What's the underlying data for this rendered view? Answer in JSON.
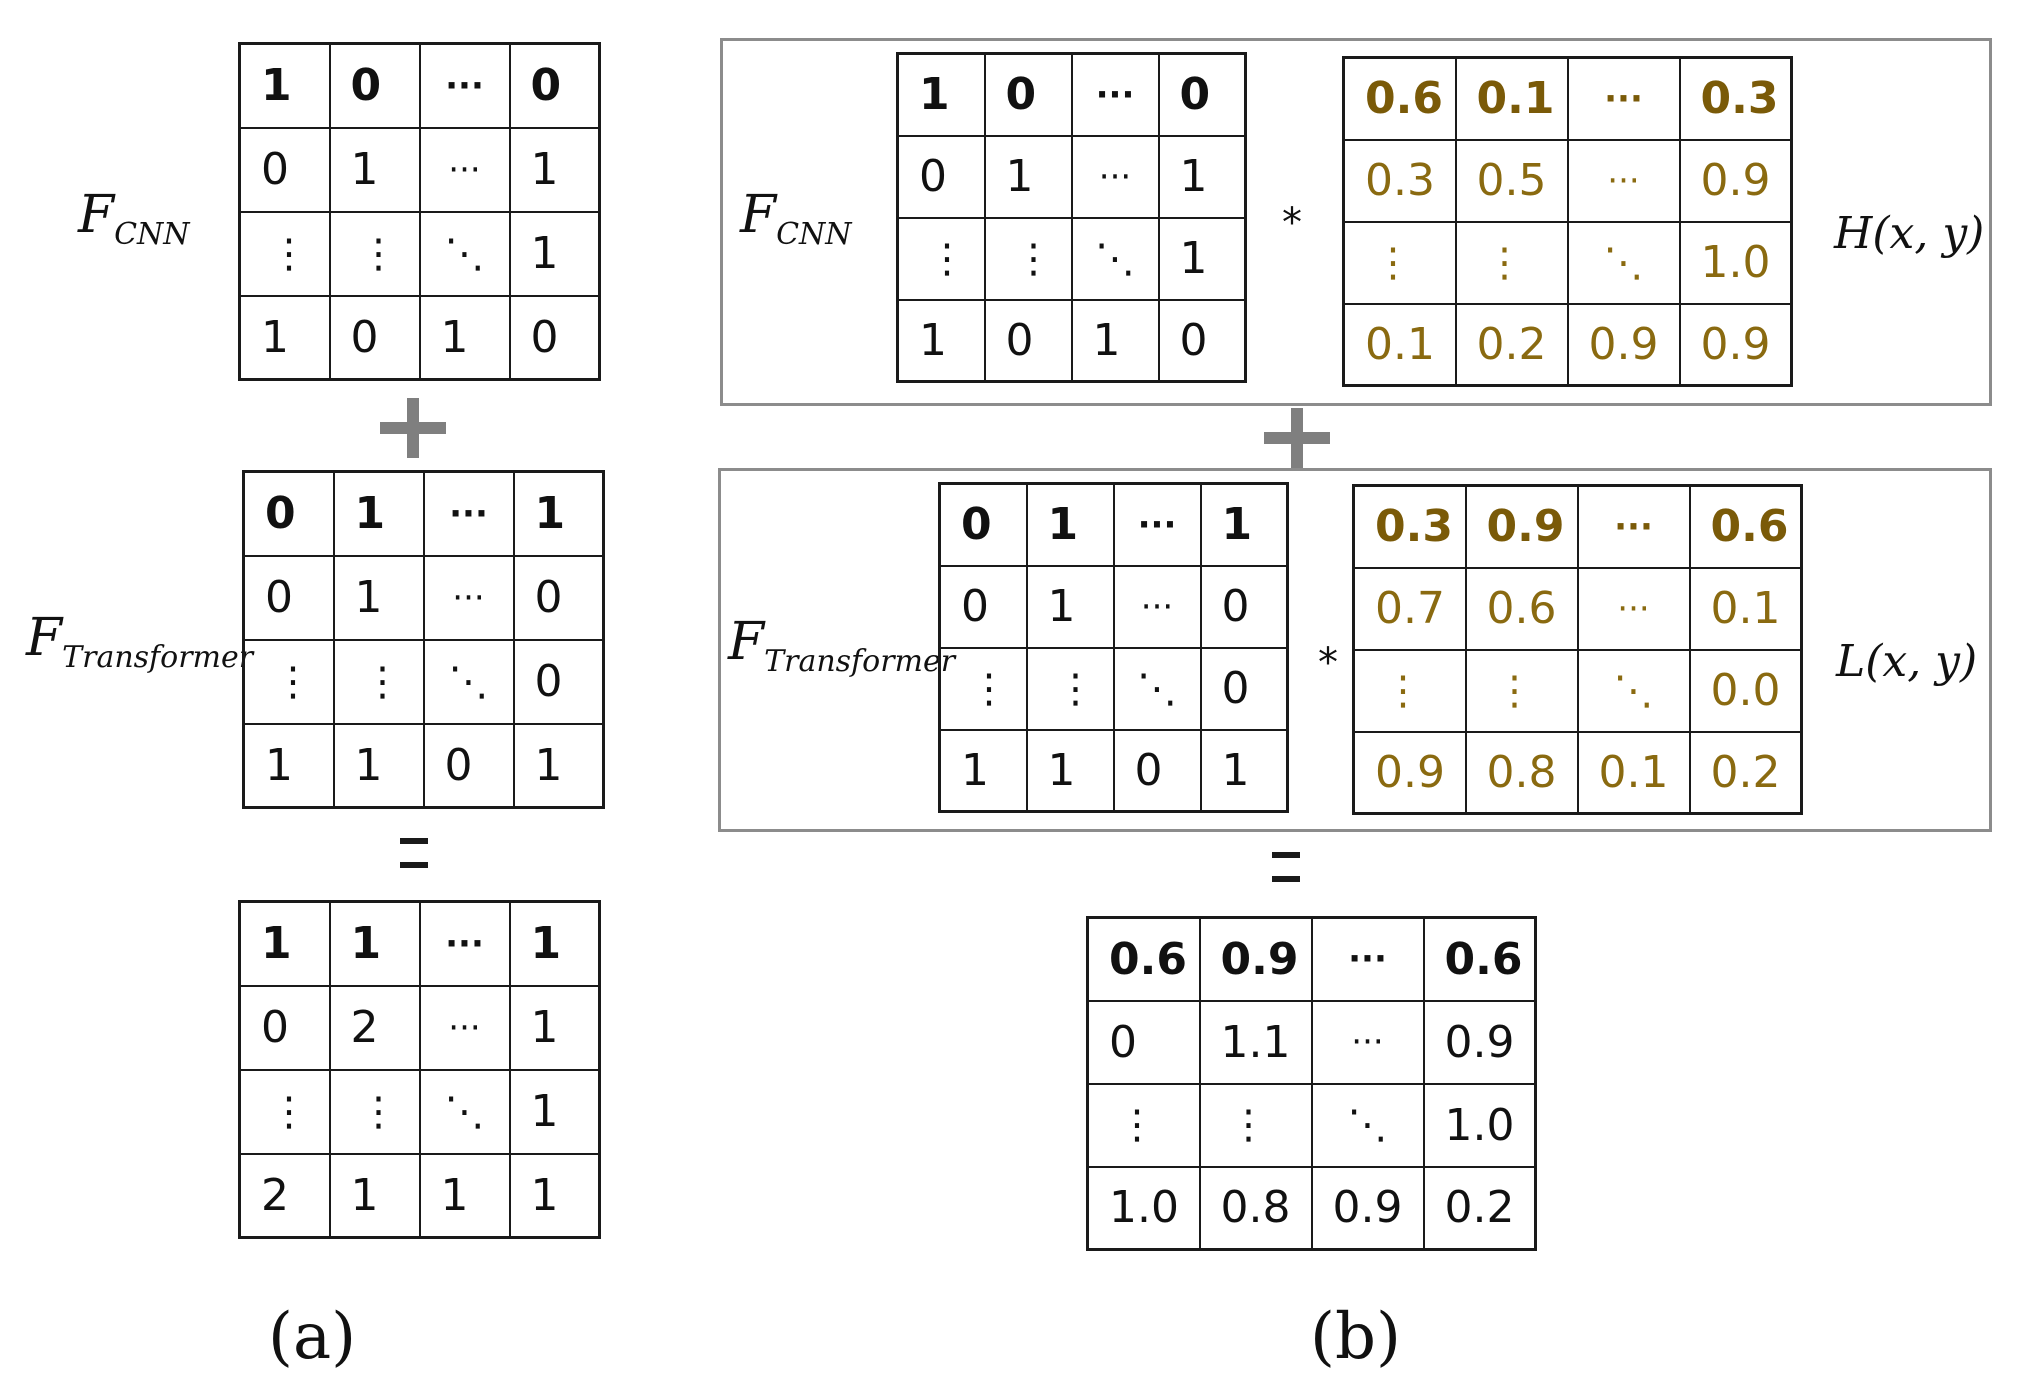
{
  "panel_a": {
    "label_cnn": {
      "base": "F",
      "sub": "CNN"
    },
    "label_transformer": {
      "base": "F",
      "sub": "Transformer"
    },
    "cnn": [
      [
        "1",
        "0",
        "···",
        "0"
      ],
      [
        "0",
        "1",
        "···",
        "1"
      ],
      [
        "⋮",
        "⋮",
        "⋱",
        "1"
      ],
      [
        "1",
        "0",
        "1",
        "0"
      ]
    ],
    "transformer": [
      [
        "0",
        "1",
        "···",
        "1"
      ],
      [
        "0",
        "1",
        "···",
        "0"
      ],
      [
        "⋮",
        "⋮",
        "⋱",
        "0"
      ],
      [
        "1",
        "1",
        "0",
        "1"
      ]
    ],
    "result": [
      [
        "1",
        "1",
        "···",
        "1"
      ],
      [
        "0",
        "2",
        "···",
        "1"
      ],
      [
        "⋮",
        "⋮",
        "⋱",
        "1"
      ],
      [
        "2",
        "1",
        "1",
        "1"
      ]
    ],
    "caption": "(a)"
  },
  "panel_b": {
    "label_cnn": {
      "base": "F",
      "sub": "CNN"
    },
    "label_transformer": {
      "base": "F",
      "sub": "Transformer"
    },
    "cnn": [
      [
        "1",
        "0",
        "···",
        "0"
      ],
      [
        "0",
        "1",
        "···",
        "1"
      ],
      [
        "⋮",
        "⋮",
        "⋱",
        "1"
      ],
      [
        "1",
        "0",
        "1",
        "0"
      ]
    ],
    "h": [
      [
        "0.6",
        "0.1",
        "···",
        "0.3"
      ],
      [
        "0.3",
        "0.5",
        "···",
        "0.9"
      ],
      [
        "⋮",
        "⋮",
        "⋱",
        "1.0"
      ],
      [
        "0.1",
        "0.2",
        "0.9",
        "0.9"
      ]
    ],
    "h_label": "H(x, y)",
    "transformer": [
      [
        "0",
        "1",
        "···",
        "1"
      ],
      [
        "0",
        "1",
        "···",
        "0"
      ],
      [
        "⋮",
        "⋮",
        "⋱",
        "0"
      ],
      [
        "1",
        "1",
        "0",
        "1"
      ]
    ],
    "l": [
      [
        "0.3",
        "0.9",
        "···",
        "0.6"
      ],
      [
        "0.7",
        "0.6",
        "···",
        "0.1"
      ],
      [
        "⋮",
        "⋮",
        "⋱",
        "0.0"
      ],
      [
        "0.9",
        "0.8",
        "0.1",
        "0.2"
      ]
    ],
    "l_label": "L(x, y)",
    "result": [
      [
        "0.6",
        "0.9",
        "···",
        "0.6"
      ],
      [
        "0",
        "1.1",
        "···",
        "0.9"
      ],
      [
        "⋮",
        "⋮",
        "⋱",
        "1.0"
      ],
      [
        "1.0",
        "0.8",
        "0.9",
        "0.2"
      ]
    ],
    "multiply_symbol": "*",
    "caption": "(b)"
  },
  "colors": {
    "gold_text": "#8a6a10",
    "panel_border": "#8c8c8c",
    "plus_gray": "#7f7f7f"
  }
}
